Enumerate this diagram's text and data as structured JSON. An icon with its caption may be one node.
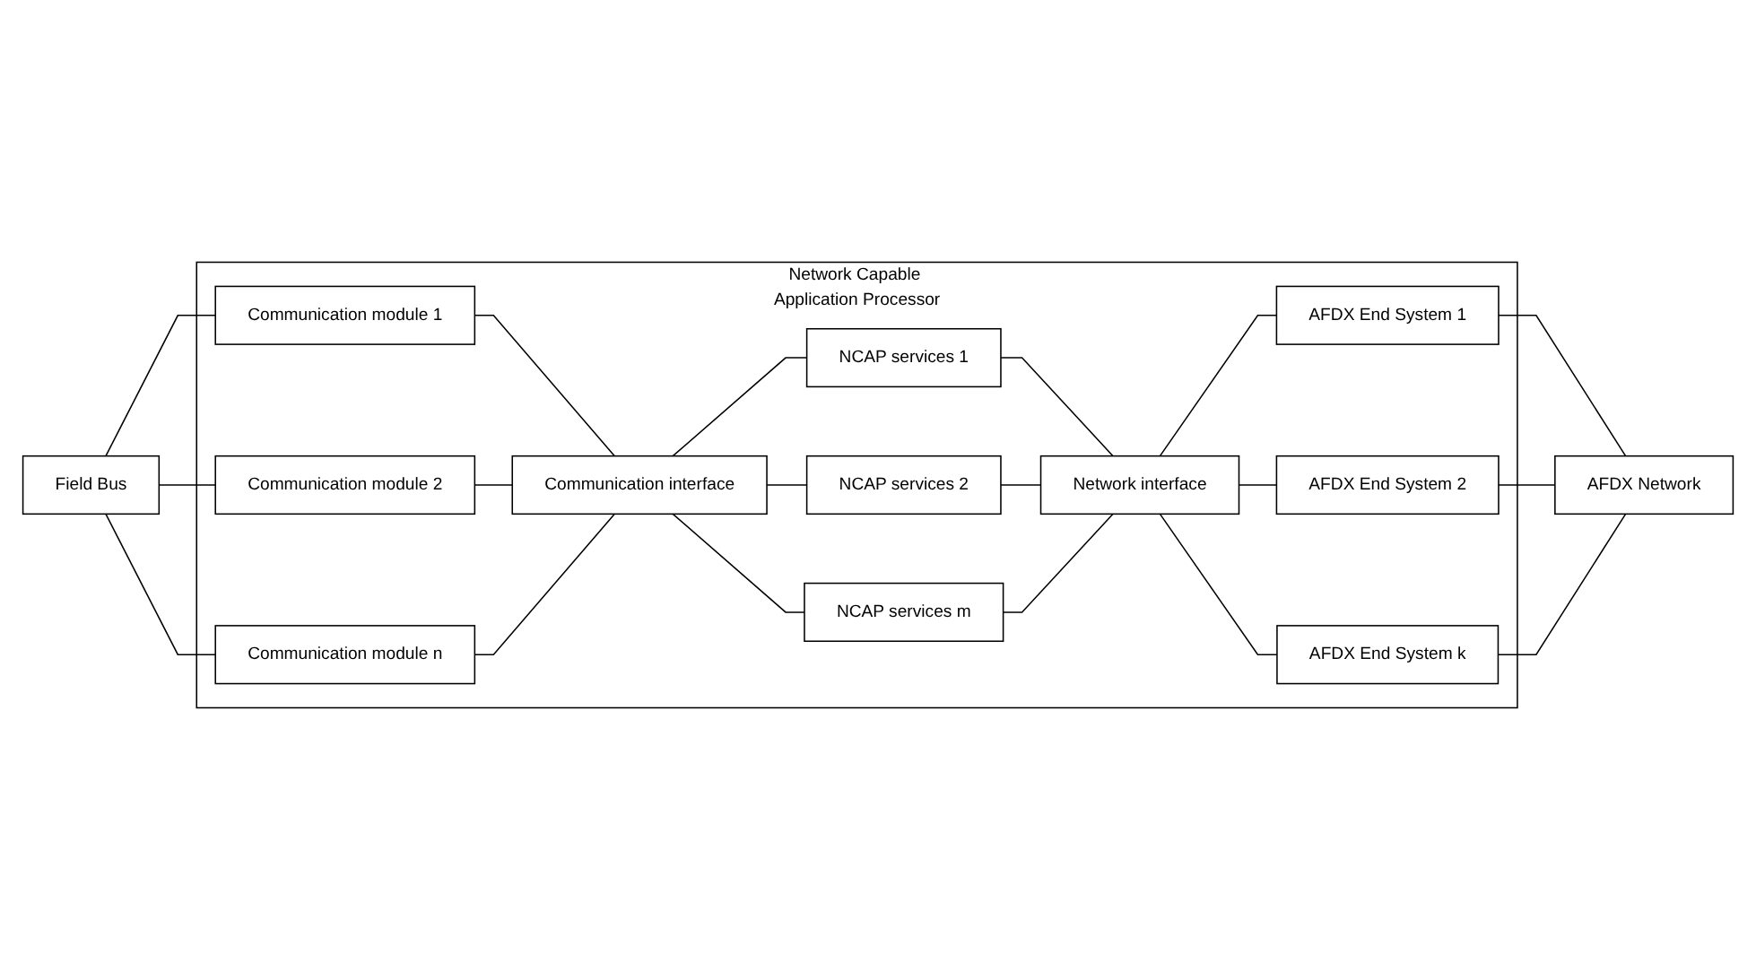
{
  "diagram": {
    "nodes": [
      {
        "text": [
          "Field Bus"
        ]
      },
      {
        "text": [
          "Network Capable Application Processor"
        ]
      },
      {
        "text": [
          "Communication module 1"
        ],
        "in": 1
      },
      {
        "text": [
          "Communication module 2"
        ],
        "in": 1
      },
      {
        "text": [
          "Communication module n"
        ],
        "in": 1
      },
      {
        "text": [
          "Communication interface"
        ],
        "in": 1
      },
      {
        "text": [
          "NCAP services 1"
        ],
        "in": 1
      },
      {
        "text": [
          "NCAP services 2"
        ],
        "in": 1
      },
      {
        "text": [
          "NCAP services m"
        ],
        "in": 1
      },
      {
        "text": [
          "Network interface"
        ],
        "in": 1
      },
      {
        "text": [
          "AFDX End System 1"
        ],
        "in": 1
      },
      {
        "text": [
          "AFDX End System 2"
        ],
        "in": 1
      },
      {
        "text": [
          "AFDX End System k"
        ],
        "in": 1
      },
      {
        "text": [
          "AFDX Network"
        ]
      }
    ],
    "edges": [
      {
        "from": 0,
        "to": 2,
        "arrow": "none"
      },
      {
        "from": 0,
        "to": 3,
        "arrow": "none"
      },
      {
        "from": 0,
        "to": 4,
        "arrow": "none"
      },
      {
        "from": 2,
        "to": 5,
        "arrow": "none"
      },
      {
        "from": 3,
        "to": 5,
        "arrow": "none"
      },
      {
        "from": 4,
        "to": 5,
        "arrow": "none"
      },
      {
        "from": 5,
        "to": 6,
        "arrow": "none"
      },
      {
        "from": 5,
        "to": 7,
        "arrow": "none"
      },
      {
        "from": 5,
        "to": 8,
        "arrow": "none"
      },
      {
        "from": 6,
        "to": 9,
        "arrow": "none"
      },
      {
        "from": 7,
        "to": 9,
        "arrow": "none"
      },
      {
        "from": 8,
        "to": 9,
        "arrow": "none"
      },
      {
        "from": 9,
        "to": 10,
        "arrow": "none"
      },
      {
        "from": 9,
        "to": 11,
        "arrow": "none"
      },
      {
        "from": 9,
        "to": 12,
        "arrow": "none"
      },
      {
        "from": 10,
        "to": 13,
        "arrow": "none"
      },
      {
        "from": 11,
        "to": 13,
        "arrow": "none"
      },
      {
        "from": 12,
        "to": 13,
        "arrow": "none"
      }
    ]
  }
}
